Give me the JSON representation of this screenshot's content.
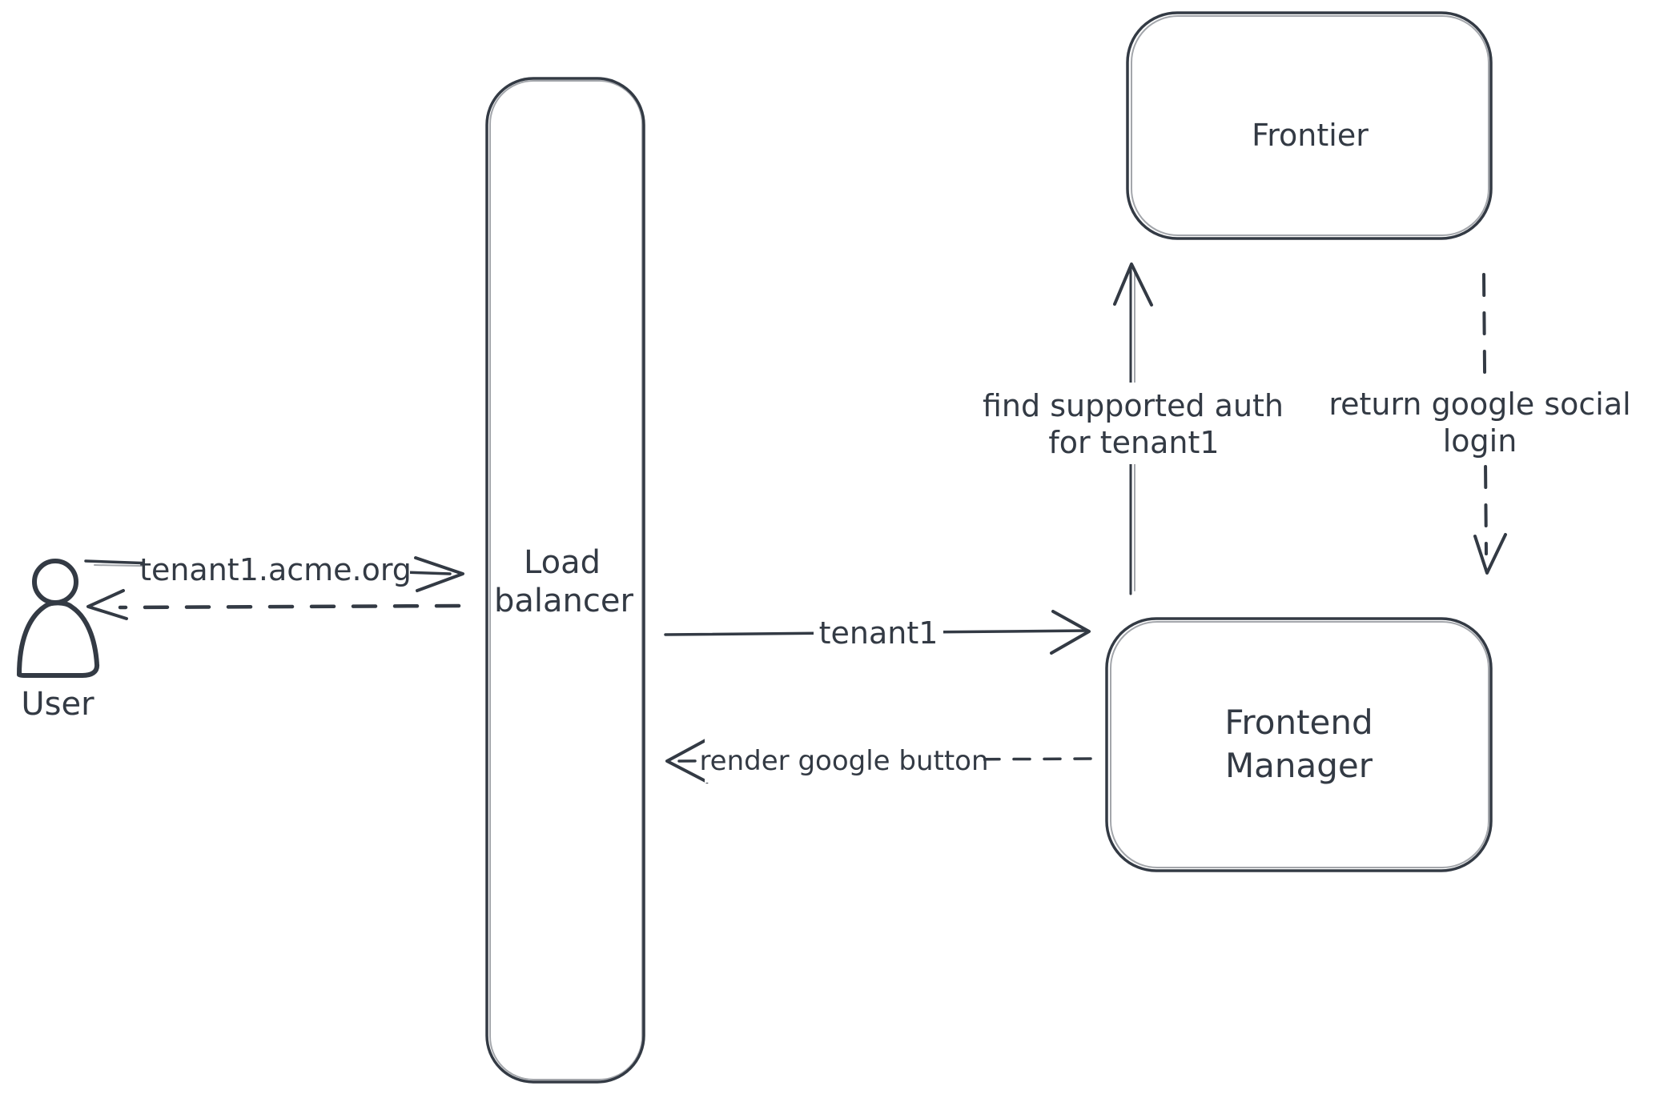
{
  "canvas": {
    "background_color": "#ffffff",
    "stroke_color": "#333a44",
    "hatch_fill_color": "#ced4da"
  },
  "actor": {
    "icon": "person-icon",
    "label": "User"
  },
  "nodes": {
    "load_balancer": {
      "label_line1": "Load",
      "label_line2": "balancer"
    },
    "frontier": {
      "label": "Frontier"
    },
    "frontend_manager": {
      "label_line1": "Frontend",
      "label_line2": "Manager"
    }
  },
  "edges": {
    "user_to_load_balancer": {
      "label": "tenant1.acme.org",
      "style": "solid",
      "from": "User",
      "to": "Load balancer"
    },
    "load_balancer_to_user": {
      "label": "",
      "style": "dashed",
      "from": "Load balancer",
      "to": "User"
    },
    "load_balancer_to_frontend_manager": {
      "label": "tenant1",
      "style": "solid",
      "from": "Load balancer",
      "to": "Frontend Manager"
    },
    "frontend_manager_to_load_balancer": {
      "label": "render google button",
      "style": "dashed",
      "from": "Frontend Manager",
      "to": "Load balancer"
    },
    "frontend_manager_to_frontier": {
      "label_line1": "find supported auth",
      "label_line2": "for tenant1",
      "style": "solid",
      "from": "Frontend Manager",
      "to": "Frontier"
    },
    "frontier_to_frontend_manager": {
      "label_line1": "return google social",
      "label_line2": "login",
      "style": "dashed",
      "from": "Frontier",
      "to": "Frontend Manager"
    }
  }
}
